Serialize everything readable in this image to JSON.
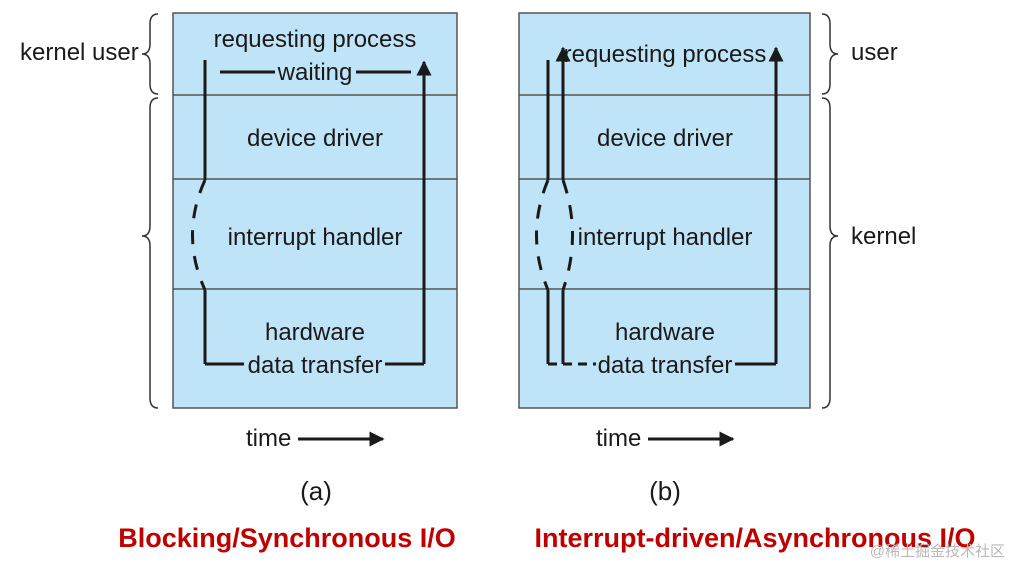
{
  "colors": {
    "panel_fill": "#bfe3f7",
    "panel_stroke": "#555555",
    "line": "#1a1a1a",
    "title": "#c00000",
    "watermark": "#b9b9b9"
  },
  "left_annotations": {
    "top": "kernel user"
  },
  "right_annotations": {
    "user": "user",
    "kernel": "kernel"
  },
  "diagram_a": {
    "row_labels": {
      "requesting_process": "requesting process",
      "waiting": "waiting",
      "device_driver": "device driver",
      "interrupt_handler": "interrupt handler",
      "hardware": "hardware",
      "data_transfer": "data transfer"
    },
    "time_label": "time",
    "caption": "(a)",
    "title": "Blocking/Synchronous I/O"
  },
  "diagram_b": {
    "row_labels": {
      "requesting_process": "requesting process",
      "device_driver": "device driver",
      "interrupt_handler": "interrupt handler",
      "hardware": "hardware",
      "data_transfer": "data transfer"
    },
    "time_label": "time",
    "caption": "(b)",
    "title": "Interrupt-driven/Asynchronous I/O"
  },
  "watermark": "@稀土掘金技术社区"
}
